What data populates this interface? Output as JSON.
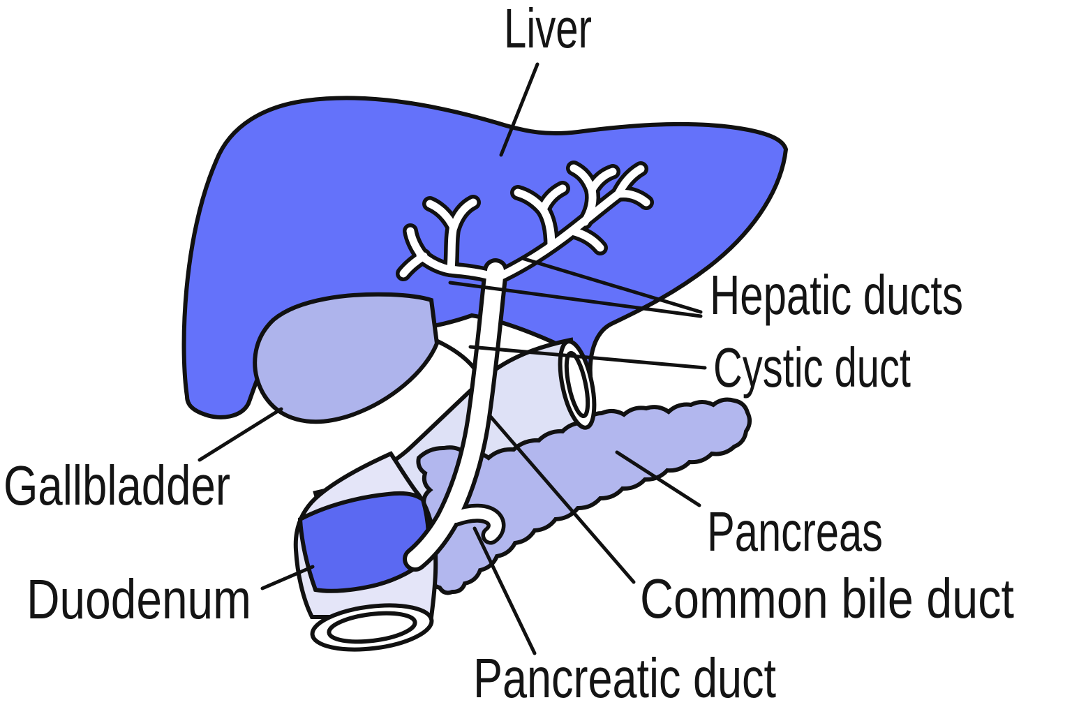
{
  "diagram": {
    "type": "anatomical-diagram",
    "subject": "liver-biliary-system",
    "background": "#FFFFFF",
    "labels": {
      "liver": "Liver",
      "hepatic_ducts": "Hepatic ducts",
      "cystic_duct": "Cystic duct",
      "gallbladder": "Gallbladder",
      "pancreas": "Pancreas",
      "duodenum": "Duodenum",
      "common_bile_duct": "Common bile duct",
      "pancreatic_duct": "Pancreatic duct"
    },
    "colors": {
      "liver": "#6472FA",
      "gallbladder": "#AEB4EC",
      "pancreas": "#B2B7EE",
      "tube": "#DEE1F6",
      "duodenum_light": "#E4E5F8",
      "duodenum_band": "#5B69F2",
      "duct_fill": "#FFFFFF",
      "outline": "#111111"
    }
  }
}
